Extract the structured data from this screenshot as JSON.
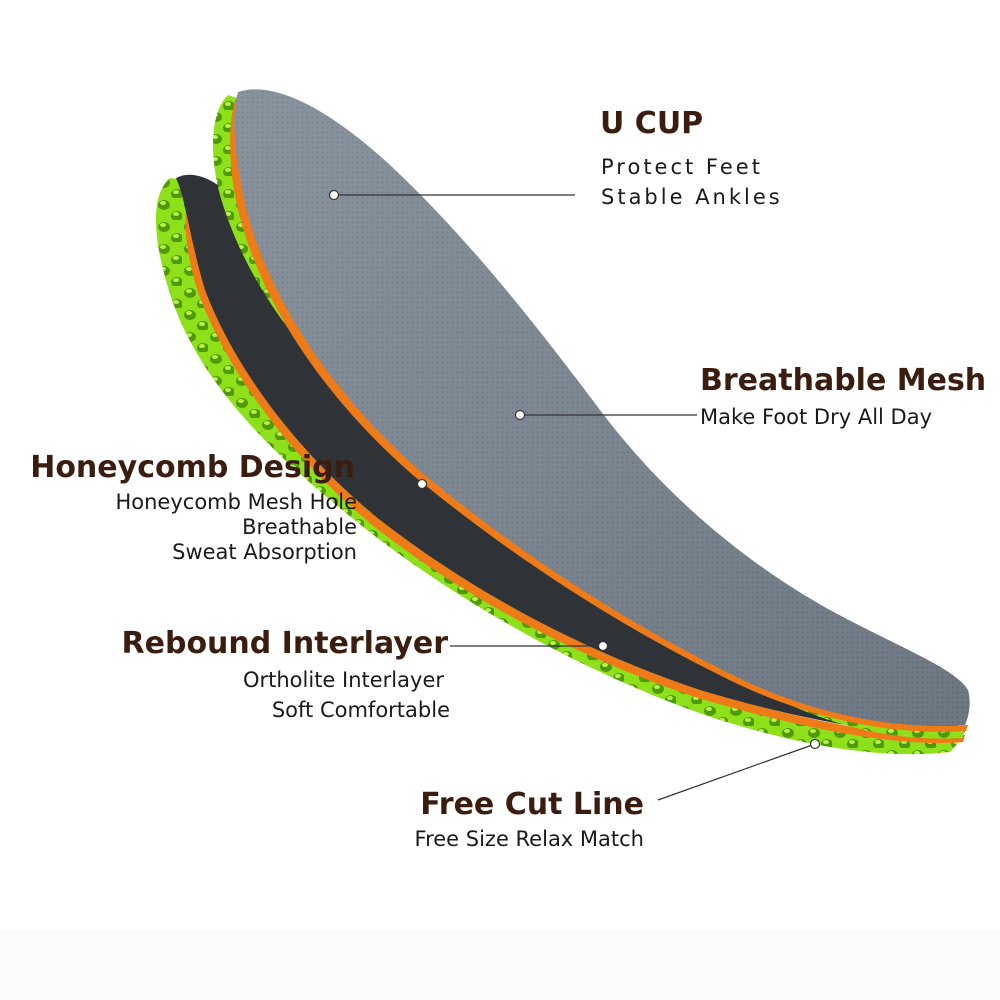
{
  "colors": {
    "title": "#3a1d0e",
    "subtitle": "#1a1a1a",
    "foam_green": "#8ee01a",
    "foam_dark": "#5aa80c",
    "orange_layer": "#ee7a18",
    "mesh_grey": "#7c8793",
    "line": "#333333"
  },
  "callouts": {
    "u_cup": {
      "title": "U CUP",
      "lines": [
        "Protect Feet",
        "Stable Ankles"
      ]
    },
    "breathable_mesh": {
      "title": "Breathable Mesh",
      "lines": [
        "Make Foot Dry All Day"
      ]
    },
    "honeycomb": {
      "title": "Honeycomb Design",
      "lines": [
        "Honeycomb Mesh Hole",
        "Breathable",
        "Sweat Absorption"
      ]
    },
    "rebound": {
      "title": "Rebound Interlayer",
      "lines": [
        "Ortholite Interlayer",
        "Soft Comfortable"
      ]
    },
    "free_cut": {
      "title": "Free Cut Line",
      "lines": [
        "Free Size Relax Match"
      ]
    }
  }
}
